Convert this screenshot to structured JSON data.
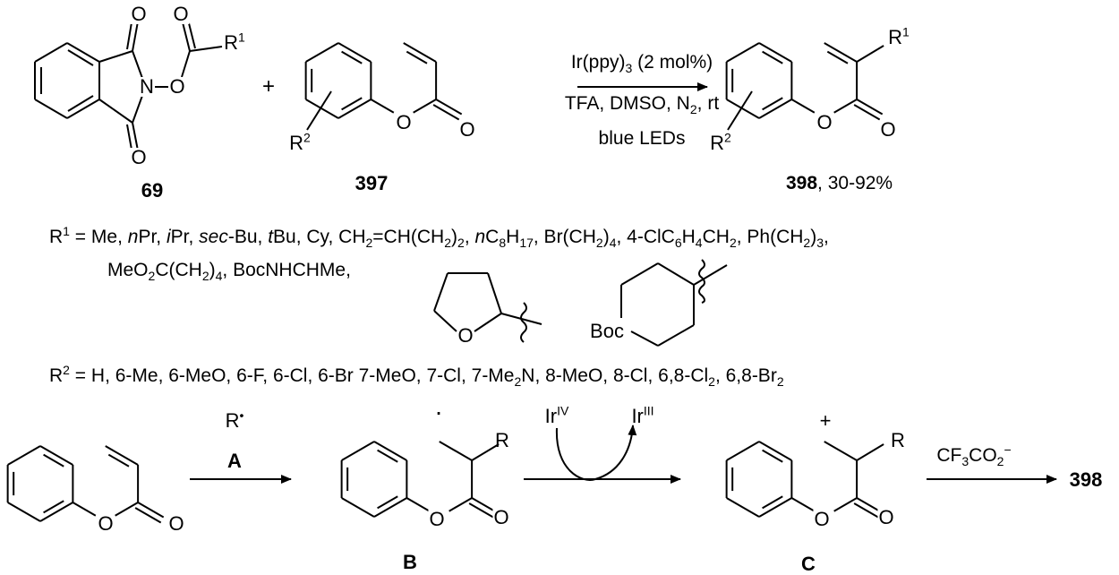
{
  "reaction": {
    "reagent_69": {
      "carbonyl_o_top": "O",
      "carbonyl_o_bottom": "O",
      "n": "N",
      "o_link": "O",
      "ester_o": "O",
      "r": [
        [
          "R",
          ""
        ],
        [
          "1",
          "sup"
        ]
      ],
      "label": "69"
    },
    "plus": "+",
    "coumarin_397": {
      "ring_o": "O",
      "carbonyl_o": "O",
      "r": [
        [
          "R",
          ""
        ],
        [
          "2",
          "sup"
        ]
      ],
      "label": "397"
    },
    "conditions": {
      "line1": [
        [
          "Ir(ppy)",
          ""
        ],
        [
          "3",
          "sub"
        ],
        [
          " (2 mol%)",
          ""
        ]
      ],
      "line2": [
        [
          "TFA, DMSO, N",
          ""
        ],
        [
          "2",
          "sub"
        ],
        [
          ", rt",
          ""
        ]
      ],
      "line3": [
        [
          "blue LEDs",
          ""
        ]
      ]
    },
    "product_398": {
      "ring_o": "O",
      "carbonyl_o": "O",
      "r1": [
        [
          "R",
          ""
        ],
        [
          "1",
          "sup"
        ]
      ],
      "r2": [
        [
          "R",
          ""
        ],
        [
          "2",
          "sup"
        ]
      ],
      "label": [
        [
          "398",
          "b"
        ],
        [
          ", 30-92%",
          ""
        ]
      ]
    }
  },
  "substituents": {
    "r1_line1": [
      [
        "R",
        ""
      ],
      [
        "1",
        "sup"
      ],
      [
        " = Me, ",
        ""
      ],
      [
        "n",
        "i"
      ],
      [
        "Pr, ",
        ""
      ],
      [
        "i",
        "i"
      ],
      [
        "Pr, ",
        ""
      ],
      [
        "sec",
        "i"
      ],
      [
        "-Bu, ",
        ""
      ],
      [
        "t",
        "i"
      ],
      [
        "Bu, Cy, CH",
        ""
      ],
      [
        "2",
        "sub"
      ],
      [
        "=CH(CH",
        ""
      ],
      [
        "2",
        "sub"
      ],
      [
        ")",
        ""
      ],
      [
        "2",
        "sub"
      ],
      [
        ", ",
        ""
      ],
      [
        "n",
        "i"
      ],
      [
        "C",
        ""
      ],
      [
        "8",
        "sub"
      ],
      [
        "H",
        ""
      ],
      [
        "17",
        "sub"
      ],
      [
        ", Br(CH",
        ""
      ],
      [
        "2",
        "sub"
      ],
      [
        ")",
        ""
      ],
      [
        "4",
        "sub"
      ],
      [
        ", 4-ClC",
        ""
      ],
      [
        "6",
        "sub"
      ],
      [
        "H",
        ""
      ],
      [
        "4",
        "sub"
      ],
      [
        "CH",
        ""
      ],
      [
        "2",
        "sub"
      ],
      [
        ", Ph(CH",
        ""
      ],
      [
        "2",
        "sub"
      ],
      [
        ")",
        ""
      ],
      [
        "3",
        "sub"
      ],
      [
        ",",
        ""
      ]
    ],
    "r1_line2": [
      [
        "MeO",
        ""
      ],
      [
        "2",
        "sub"
      ],
      [
        "C(CH",
        ""
      ],
      [
        "2",
        "sub"
      ],
      [
        ")",
        ""
      ],
      [
        "4",
        "sub"
      ],
      [
        ", BocNHCHMe,",
        ""
      ]
    ],
    "thf_o": "O",
    "piperidine_boc": "Boc",
    "r2_line": [
      [
        "R",
        ""
      ],
      [
        "2",
        "sup"
      ],
      [
        " = H, 6-Me, 6-MeO, 6-F, 6-Cl, 6-Br 7-MeO, 7-Cl, 7-Me",
        ""
      ],
      [
        "2",
        "sub"
      ],
      [
        "N, 8-MeO, 8-Cl, 6,8-Cl",
        ""
      ],
      [
        "2",
        "sub"
      ],
      [
        ", 6,8-Br",
        ""
      ],
      [
        "2",
        "sub"
      ]
    ]
  },
  "mechanism": {
    "coumarin": {
      "ring_o": "O",
      "carbonyl_o": "O"
    },
    "step_a": {
      "radical": [
        [
          "R",
          ""
        ],
        [
          "•",
          "sup"
        ]
      ],
      "label": "A"
    },
    "intermediate_b": {
      "dot": "·",
      "r": "R",
      "ring_o": "O",
      "carbonyl_o": "O",
      "label": "B"
    },
    "oxidation": {
      "ir_iv": [
        [
          "Ir",
          ""
        ],
        [
          "IV",
          "sup"
        ]
      ],
      "ir_iii": [
        [
          "Ir",
          ""
        ],
        [
          "III",
          "sup"
        ]
      ]
    },
    "intermediate_c": {
      "charge": "+",
      "r": "R",
      "ring_o": "O",
      "carbonyl_o": "O",
      "label": "C"
    },
    "step_final": {
      "reagent": [
        [
          "CF",
          ""
        ],
        [
          "3",
          "sub"
        ],
        [
          "CO",
          ""
        ],
        [
          "2",
          "sub"
        ],
        [
          "−",
          "sup"
        ]
      ],
      "product": "398"
    }
  }
}
